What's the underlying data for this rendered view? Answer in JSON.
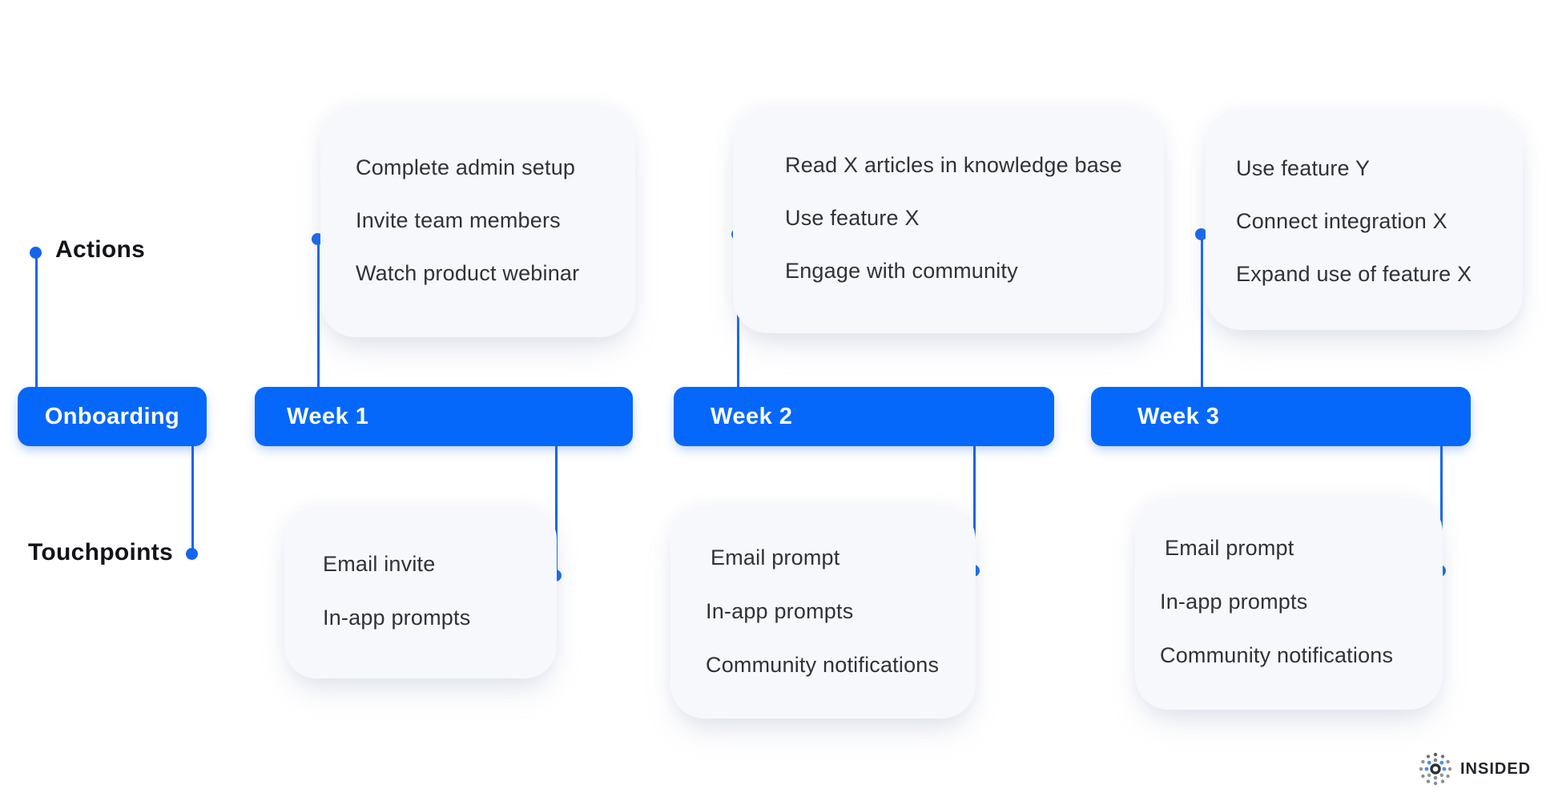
{
  "colors": {
    "accent_blue": "#0568fb",
    "connector_blue": "#1465ee",
    "card_bg": "#f6f8fc",
    "text_dark": "#121417",
    "text_body": "#2f3237",
    "logo_text": "#22252b"
  },
  "left_rail": {
    "actions_label": "Actions",
    "stage_label": "Onboarding",
    "touchpoints_label": "Touchpoints"
  },
  "columns": [
    {
      "week_label": "Week 1",
      "actions": [
        "Complete admin setup",
        "Invite team members",
        "Watch product webinar"
      ],
      "touchpoints": [
        "Email invite",
        "In-app prompts"
      ]
    },
    {
      "week_label": "Week 2",
      "actions": [
        "Read X articles in knowledge base",
        "Use feature X",
        "Engage with community"
      ],
      "touchpoints": [
        "Email prompt",
        "In-app prompts",
        "Community notifications"
      ]
    },
    {
      "week_label": "Week 3",
      "actions": [
        "Use feature Y",
        "Connect integration X",
        "Expand use of feature X"
      ],
      "touchpoints": [
        "Email prompt",
        "In-app prompts",
        "Community notifications"
      ]
    }
  ],
  "logo": {
    "brand": "INSIDED",
    "icon": "dot-burst-icon"
  }
}
